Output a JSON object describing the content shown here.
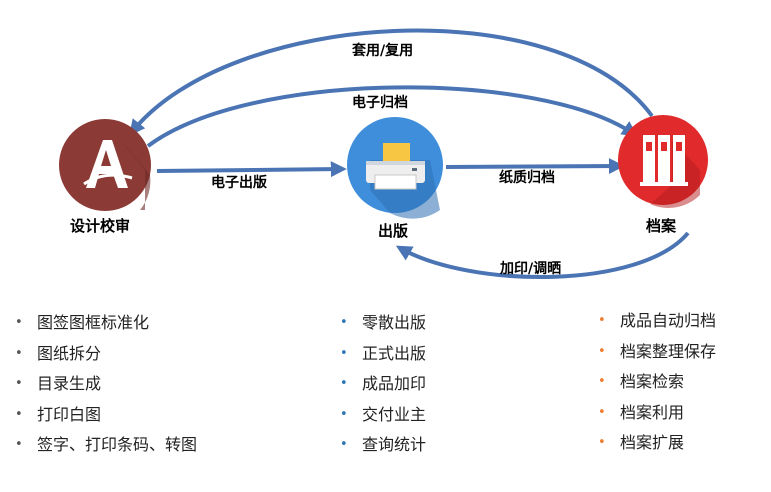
{
  "colors": {
    "arrow": "#4a74b3",
    "node_design": "#8b3a35",
    "node_publish": "#3f8edb",
    "node_archive": "#e02a2c",
    "bullet_col1": "#555555",
    "bullet_col2": "#2e75b6",
    "bullet_col3": "#ed7d31"
  },
  "nodes": {
    "design": {
      "label": "设计校审",
      "icon": "letter-a-logo-icon"
    },
    "publish": {
      "label": "出版",
      "icon": "printer-icon"
    },
    "archive": {
      "label": "档案",
      "icon": "binders-icon"
    }
  },
  "edges": {
    "design_to_publish": "电子出版",
    "publish_to_archive": "纸质归档",
    "archive_to_publish": "加印/调晒",
    "archive_to_design": "套用/复用",
    "design_to_archive": "电子归档"
  },
  "lists": {
    "design": [
      "图签图框标准化",
      "图纸拆分",
      "目录生成",
      "打印白图",
      "签字、打印条码、转图"
    ],
    "publish": [
      "零散出版",
      "正式出版",
      "成品加印",
      "交付业主",
      "查询统计"
    ],
    "archive": [
      "成品自动归档",
      "档案整理保存",
      "档案检索",
      "档案利用",
      "档案扩展"
    ]
  }
}
